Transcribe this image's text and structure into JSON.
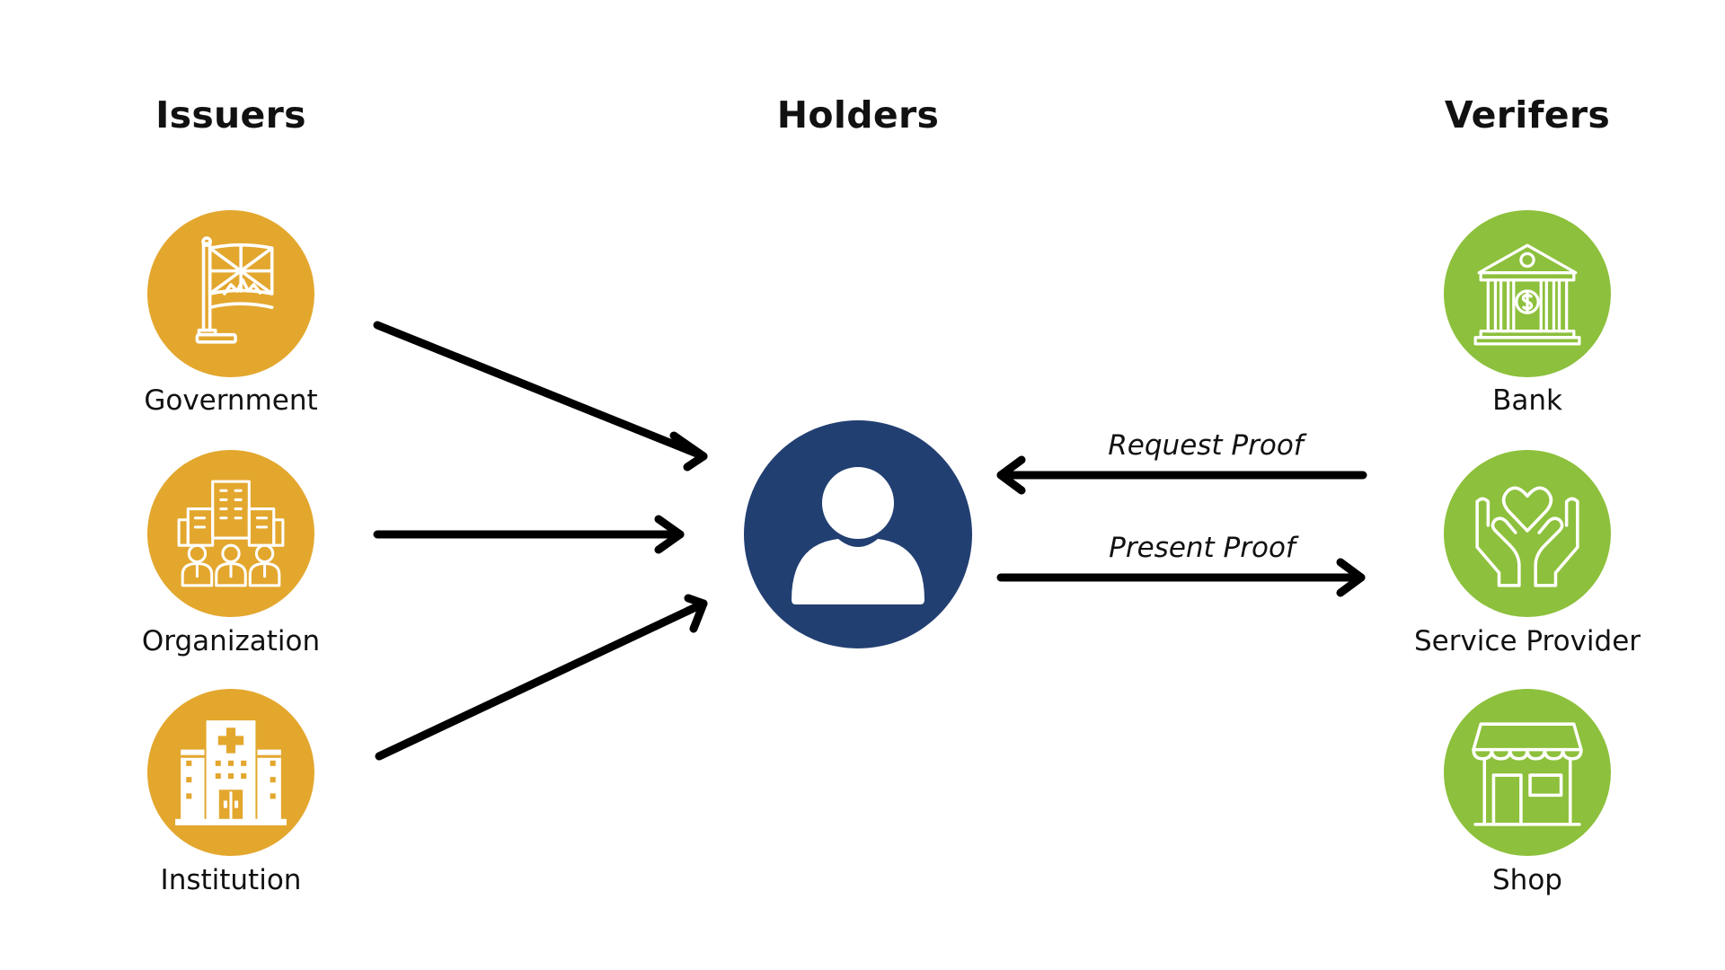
{
  "headings": {
    "issuers": "Issuers",
    "holders": "Holders",
    "verifiers": "Verifers"
  },
  "issuers": [
    {
      "label": "Government",
      "icon": "flag-icon"
    },
    {
      "label": "Organization",
      "icon": "office-building-people-icon"
    },
    {
      "label": "Institution",
      "icon": "hospital-icon"
    }
  ],
  "holder": {
    "icon": "user-icon"
  },
  "verifiers": [
    {
      "label": "Bank",
      "icon": "bank-icon"
    },
    {
      "label": "Service Provider",
      "icon": "hands-heart-icon"
    },
    {
      "label": "Shop",
      "icon": "storefront-icon"
    }
  ],
  "flows": {
    "request_proof": "Request Proof",
    "present_proof": "Present Proof"
  },
  "colors": {
    "issuer": "#E3A72E",
    "verifier": "#8DC03C",
    "holder": "#223F72",
    "arrow": "#000000",
    "icon_line": "#FFFFFF"
  }
}
